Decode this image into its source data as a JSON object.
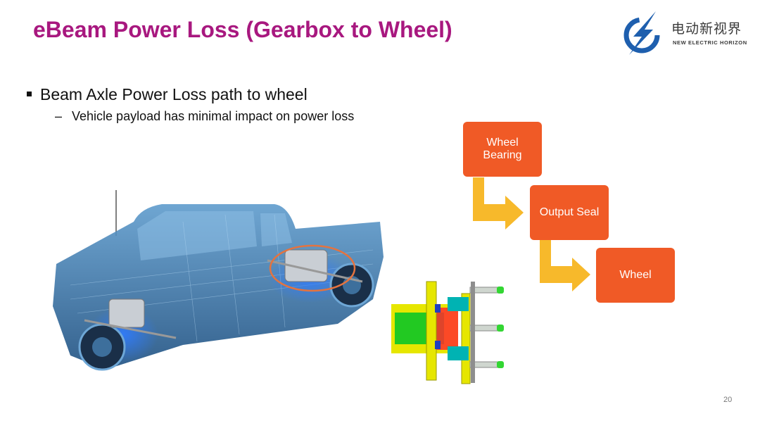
{
  "slide": {
    "title": "eBeam Power Loss (Gearbox to Wheel)",
    "bullet_main": "Beam Axle Power Loss path to wheel",
    "bullet_sub": "Vehicle payload has minimal impact on power loss",
    "page_number": "20"
  },
  "logo": {
    "cn_text": "电动新视界",
    "en_text": "NEW ELECTRIC HORIZON"
  },
  "flow": {
    "box1": "Wheel Bearing",
    "box2": "Output Seal",
    "box3": "Wheel"
  },
  "colors": {
    "title": "#a8187f",
    "box": "#f05a26",
    "arrow": "#f7b92b",
    "truck": "#2b6ea8"
  }
}
